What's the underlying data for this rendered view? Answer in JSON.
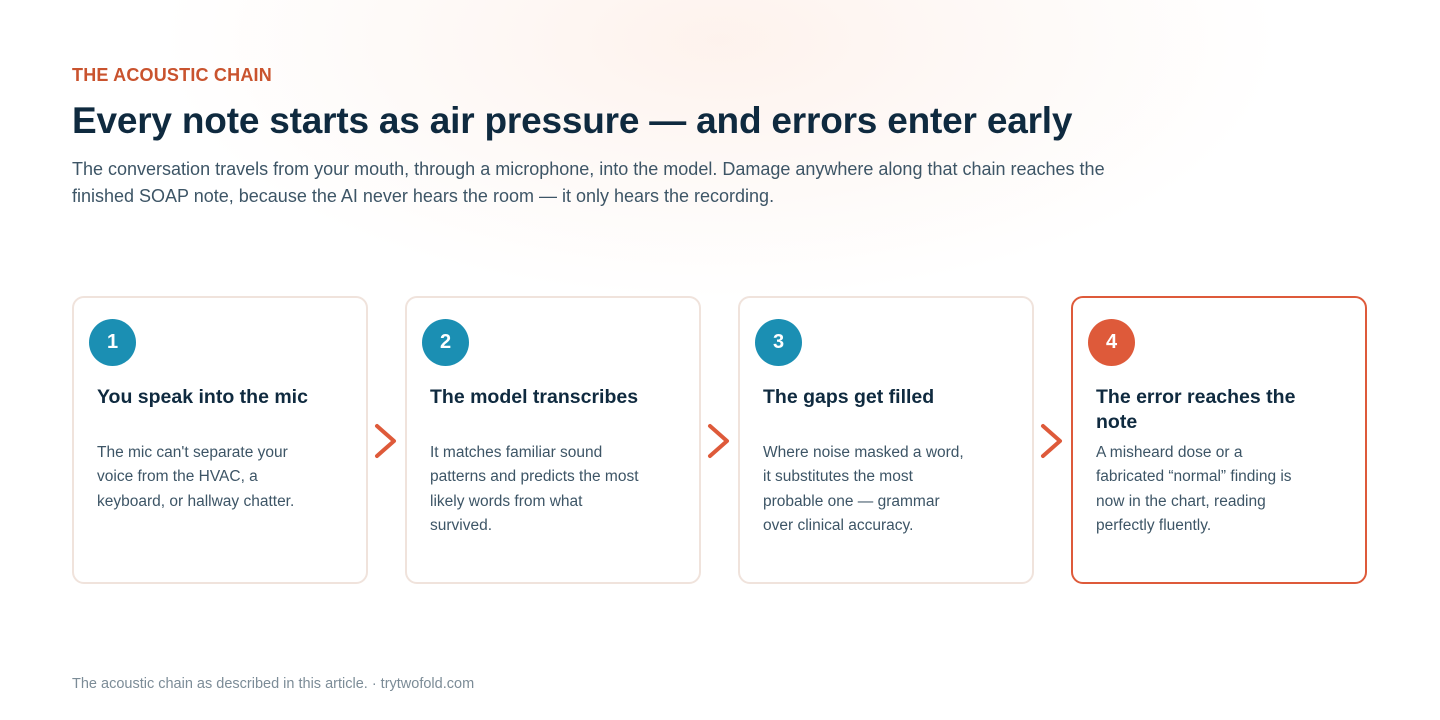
{
  "header": {
    "eyebrow": "THE ACOUSTIC CHAIN",
    "title": "Every note starts as air pressure — and errors enter early",
    "subtitle": "The conversation travels from your mouth, through a microphone, into the model. Damage anywhere along that chain reaches the finished SOAP note, because the AI never hears the room — it only hears the recording."
  },
  "steps": [
    {
      "number": "1",
      "title": "You speak into the mic",
      "body": "The mic can't separate your voice from the HVAC, a keyboard, or hallway chatter."
    },
    {
      "number": "2",
      "title": "The model transcribes",
      "body": "It matches familiar sound patterns and predicts the most likely words from what survived."
    },
    {
      "number": "3",
      "title": "The gaps get filled",
      "body": "Where noise masked a word, it substitutes the most probable one — grammar over clinical accuracy."
    },
    {
      "number": "4",
      "title": "The error reaches the note",
      "body": "A misheard dose or a fabricated “normal” finding is now in the chart, reading perfectly fluently."
    }
  ],
  "footer": {
    "caption": "The acoustic chain as described in this article. · trytwofold.com"
  },
  "colors": {
    "accent": "#de5a3a",
    "eyebrow": "#c9532e",
    "step_badge": "#1b8fb3",
    "heading": "#0f2a3f",
    "body_text": "#3d5566",
    "card_border": "#f0e3dc",
    "footer_text": "#7c8c97"
  },
  "icons": {
    "connector": "chevron-right-icon"
  }
}
